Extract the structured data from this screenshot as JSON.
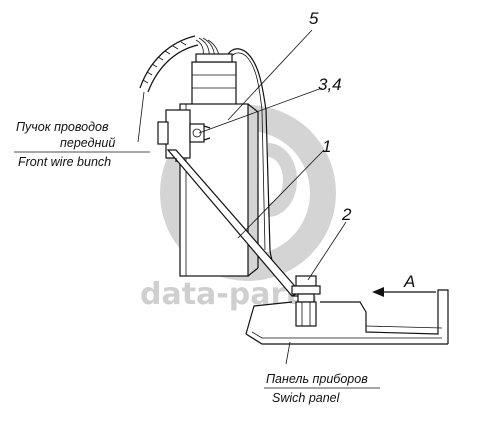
{
  "callouts": {
    "c1": "1",
    "c2": "2",
    "c34": "3,4",
    "c5": "5",
    "view": "A"
  },
  "labels": {
    "front_bunch_ru_1": "Пучок проводов",
    "front_bunch_ru_2": "передний",
    "front_bunch_en": "Front wire bunch",
    "panel_ru": "Панель приборов",
    "panel_en": "Swich panel"
  },
  "watermark": {
    "text": "data-parts"
  },
  "colors": {
    "ink": "#111111",
    "watermark": "#cfcfcf"
  }
}
